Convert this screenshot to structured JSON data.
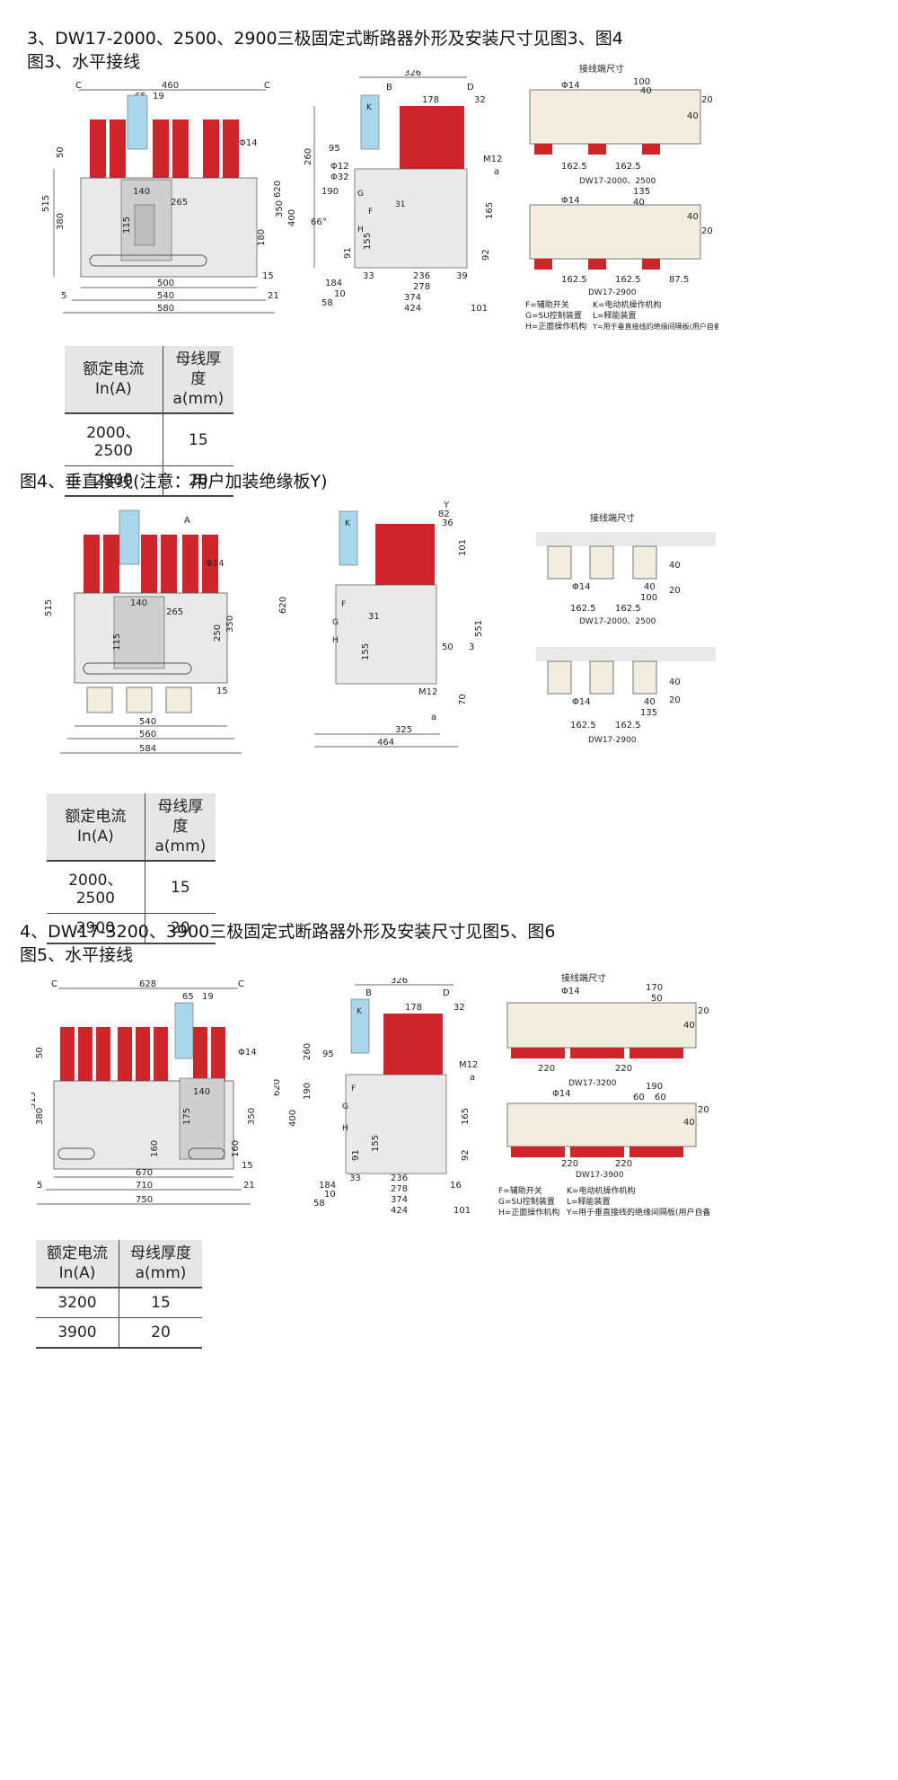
{
  "sections": [
    {
      "title": "3、DW17-2000、2500、2900三极固定式断路器外形及安装尺寸见图3、图4"
    },
    {
      "title": "4、DW17-3200、3900三极固定式断路器外形及安装尺寸见图5、图6"
    }
  ],
  "figures": {
    "fig3": {
      "title": "图3、水平接线",
      "front_dims": [
        "460",
        "65",
        "19",
        "C",
        "C",
        "50",
        "515",
        "380",
        "265",
        "140",
        "115",
        "350",
        "180",
        "15",
        "Φ14",
        "500",
        "540",
        "580",
        "5",
        "21"
      ],
      "side_dims": [
        "326",
        "B",
        "178",
        "D",
        "32",
        "K",
        "260",
        "95",
        "Φ12",
        "Φ32",
        "190",
        "620",
        "400",
        "66°",
        "F",
        "G",
        "H",
        "31",
        "M12",
        "a",
        "165",
        "155",
        "91",
        "92",
        "33",
        "184",
        "236",
        "39",
        "10",
        "278",
        "374",
        "58",
        "424",
        "101"
      ],
      "terminal_title": "接线端尺寸",
      "terminal_a": {
        "dims": [
          "Φ14",
          "100",
          "40",
          "20",
          "40",
          "162.5",
          "162.5"
        ],
        "caption": "DW17-2000、2500"
      },
      "terminal_b": {
        "dims": [
          "Φ14",
          "135",
          "40",
          "40",
          "20",
          "162.5",
          "162.5",
          "87.5"
        ],
        "caption": "DW17-2900"
      },
      "legend": [
        "F=辅助开关",
        "K=电动机操作机构",
        "G=SU控制装置",
        "L=释能装置",
        "H=正面操作机构",
        "Y=用于垂直接线的绝缘间隔板(用户自备)"
      ]
    },
    "fig4": {
      "title": "图4、垂直接线(注意：用户加装绝缘板Y)",
      "front_dims": [
        "A",
        "Φ14",
        "515",
        "140",
        "265",
        "250",
        "350",
        "115",
        "15",
        "540",
        "560",
        "584"
      ],
      "side_dims": [
        "Y",
        "82",
        "36",
        "101",
        "K",
        "620",
        "F",
        "G",
        "H",
        "31",
        "551",
        "155",
        "50",
        "3",
        "M12",
        "a",
        "70",
        "325",
        "464"
      ],
      "terminal_title": "接线端尺寸",
      "terminal_a": {
        "dims": [
          "40",
          "Φ14",
          "40",
          "100",
          "20",
          "162.5",
          "162.5"
        ],
        "caption": "DW17-2000、2500"
      },
      "terminal_b": {
        "dims": [
          "40",
          "20",
          "Φ14",
          "40",
          "135",
          "162.5",
          "162.5"
        ],
        "caption": "DW17-2900"
      }
    },
    "fig5": {
      "title": "图5、水平接线",
      "front_dims": [
        "628",
        "65",
        "19",
        "C",
        "C",
        "50",
        "515",
        "380",
        "140",
        "175",
        "350",
        "160",
        "160",
        "15",
        "Φ14",
        "670",
        "710",
        "750",
        "5",
        "21"
      ],
      "side_dims": [
        "326",
        "B",
        "178",
        "D",
        "32",
        "K",
        "260",
        "95",
        "190",
        "620",
        "400",
        "F",
        "G",
        "H",
        "M12",
        "a",
        "165",
        "155",
        "91",
        "92",
        "33",
        "184",
        "236",
        "16",
        "10",
        "278",
        "374",
        "58",
        "424",
        "101"
      ],
      "terminal_title": "接线端尺寸",
      "terminal_a": {
        "dims": [
          "Φ14",
          "170",
          "50",
          "20",
          "40",
          "220",
          "220"
        ],
        "caption": "DW17-3200"
      },
      "terminal_b": {
        "dims": [
          "Φ14",
          "190",
          "60",
          "60",
          "40",
          "20",
          "220",
          "220"
        ],
        "caption": "DW17-3900"
      },
      "legend": [
        "F=辅助开关",
        "K=电动机操作机构",
        "G=SU控制装置",
        "L=释能装置",
        "H=正面操作机构",
        "Y=用于垂直接线的绝缘间隔板(用户自备)"
      ]
    }
  },
  "tables": [
    {
      "headers": [
        "额定电流\nIn(A)",
        "母线厚度\na(mm)"
      ],
      "rows": [
        [
          "2000、2500",
          "15"
        ],
        [
          "2900",
          "20"
        ]
      ]
    },
    {
      "headers": [
        "额定电流\nIn(A)",
        "母线厚度\na(mm)"
      ],
      "rows": [
        [
          "2000、2500",
          "15"
        ],
        [
          "2900",
          "20"
        ]
      ]
    },
    {
      "headers": [
        "额定电流\nIn(A)",
        "母线厚度\na(mm)"
      ],
      "rows": [
        [
          "3200",
          "15"
        ],
        [
          "3900",
          "20"
        ]
      ]
    }
  ],
  "colors": {
    "pole_red": "#d0242b",
    "motor_blue": "#a9d6ec",
    "body_grey": "#e9e9e9",
    "terminal_beige": "#f2eddd",
    "line": "#333333"
  }
}
